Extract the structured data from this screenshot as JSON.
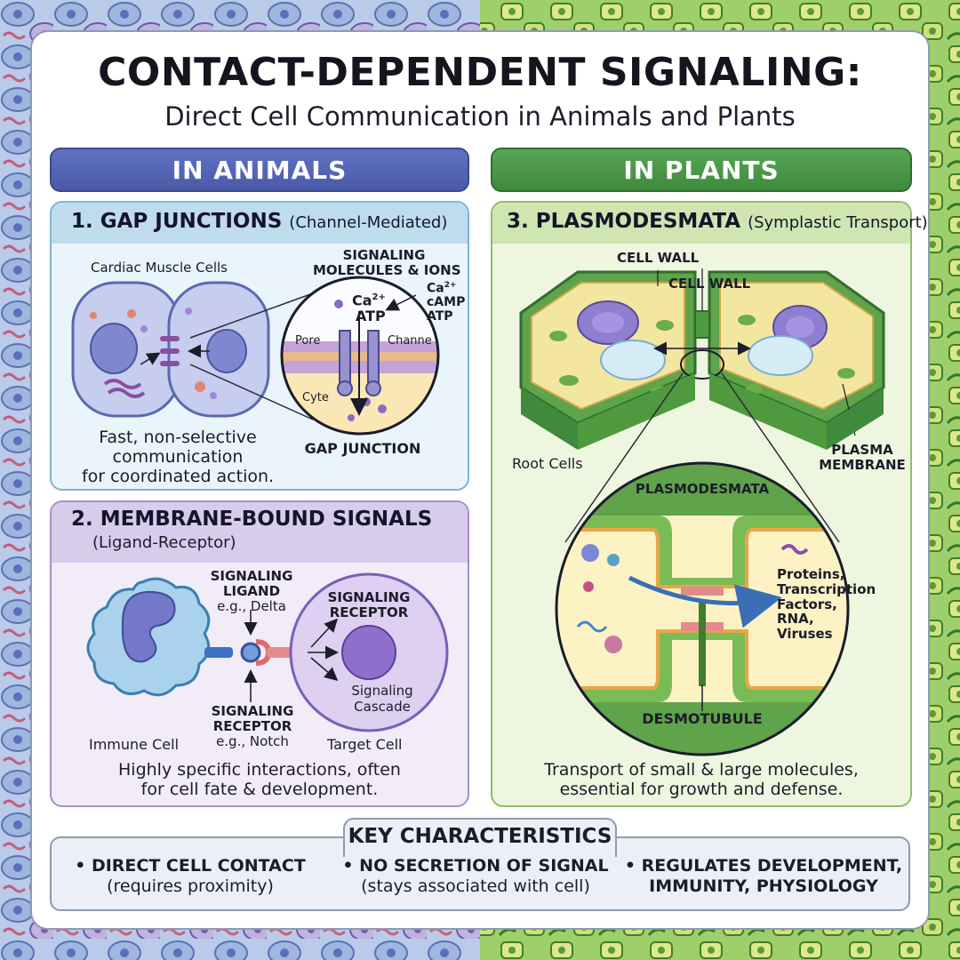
{
  "title": "CONTACT-DEPENDENT SIGNALING:",
  "subtitle": "Direct Cell Communication in Animals and Plants",
  "animals": {
    "header": "IN ANIMALS",
    "gap": {
      "title": "1. GAP JUNCTIONS",
      "title_paren": "(Channel-Mediated)",
      "cells_label": "Cardiac Muscle Cells",
      "signals_label_1": "SIGNALING",
      "signals_label_2": "MOLECULES & IONS",
      "ca_label": "Ca",
      "ca_sup": "2+",
      "atp_label": "ATP",
      "side_ca": "Ca",
      "side_ca_sup": "2+",
      "side_camp": "cAMP",
      "side_atp": "ATP",
      "pore_label": "Pore",
      "channel_label": "Channe",
      "cyto_label": "Cyte",
      "junction_label": "GAP JUNCTION",
      "caption_1": "Fast, non-selective",
      "caption_2": "communication",
      "caption_3": "for coordinated action."
    },
    "membrane": {
      "title": "2. MEMBRANE-BOUND SIGNALS",
      "subtitle": "(Ligand-Receptor)",
      "ligand_1": "SIGNALING",
      "ligand_2": "LIGAND",
      "ligand_eg": "e.g., Delta",
      "receptor_top_1": "SIGNALING",
      "receptor_top_2": "RECEPTOR",
      "cascade_1": "Signaling",
      "cascade_2": "Cascade",
      "receptor_bottom_1": "SIGNALING",
      "receptor_bottom_2": "RECEPTOR",
      "receptor_eg": "e.g., Notch",
      "immune_label": "Immune Cell",
      "target_label": "Target Cell",
      "caption_1": "Highly specific interactions, often",
      "caption_2": "for cell fate & development."
    }
  },
  "plants": {
    "header": "IN PLANTS",
    "plasmo": {
      "title": "3. PLASMODESMATA",
      "title_paren": "(Symplastic Transport)",
      "cell_wall_1": "CELL WALL",
      "cell_wall_2": "CELL WALL",
      "root_label": "Root Cells",
      "plasma_1": "PLASMA",
      "plasma_2": "MEMBRANE",
      "plasmo_label": "PLASMODESMATA",
      "cargo_1": "Proteins,",
      "cargo_2": "Transcription",
      "cargo_3": "Factors,",
      "cargo_4": "RNA,",
      "cargo_5": "Viruses",
      "desmo_label": "DESMOTUBULE",
      "caption_1": "Transport of small & large molecules,",
      "caption_2": "essential for growth and defense."
    }
  },
  "key": {
    "title": "KEY CHARACTERISTICS",
    "items": [
      {
        "main": "• DIRECT CELL CONTACT",
        "sub": "(requires proximity)"
      },
      {
        "main": "• NO SECRETION OF SIGNAL",
        "sub": "(stays associated with cell)"
      },
      {
        "main": "• REGULATES DEVELOPMENT,",
        "sub": "IMMUNITY, PHYSIOLOGY"
      }
    ]
  },
  "colors": {
    "animals_accent": "#4a5aa8",
    "plants_accent": "#3f8a3c",
    "gap_panel": "#eaf4fb",
    "membrane_panel": "#f1ecf8",
    "plasmo_panel": "#eef6df"
  }
}
